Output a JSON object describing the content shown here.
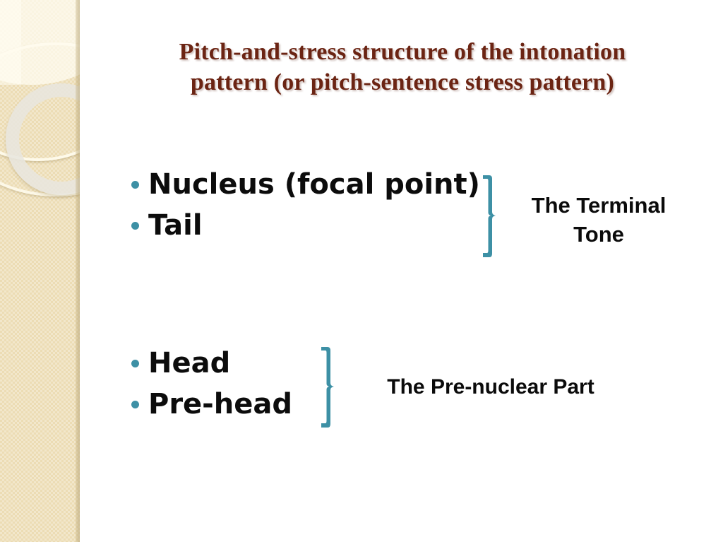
{
  "slide": {
    "title": "Pitch-and-stress structure of the intonation pattern (or pitch-sentence stress pattern)",
    "title_line_1": "Pitch-and-stress structure of the intonation",
    "title_line_2": "pattern (or pitch-sentence stress pattern)",
    "title_color": "#6b2413",
    "background_color": "#ffffff",
    "accent_color": "#3d90a5",
    "sidebar_color": "#ecdcb4",
    "body_text_color": "#0c0c0c"
  },
  "groups": [
    {
      "id": "terminal-tone",
      "items": [
        {
          "label": "Nucleus (focal point)"
        },
        {
          "label": "Tail"
        }
      ],
      "brace": "right-curly-brace",
      "label_line_1": "The Terminal",
      "label_line_2": "Tone",
      "label": "The Terminal Tone"
    },
    {
      "id": "pre-nuclear-part",
      "items": [
        {
          "label": "Head"
        },
        {
          "label": "Pre-head"
        }
      ],
      "brace": "right-curly-brace",
      "label_line_1": "The Pre-nuclear Part",
      "label_line_2": "",
      "label": "The Pre-nuclear Part"
    }
  ]
}
